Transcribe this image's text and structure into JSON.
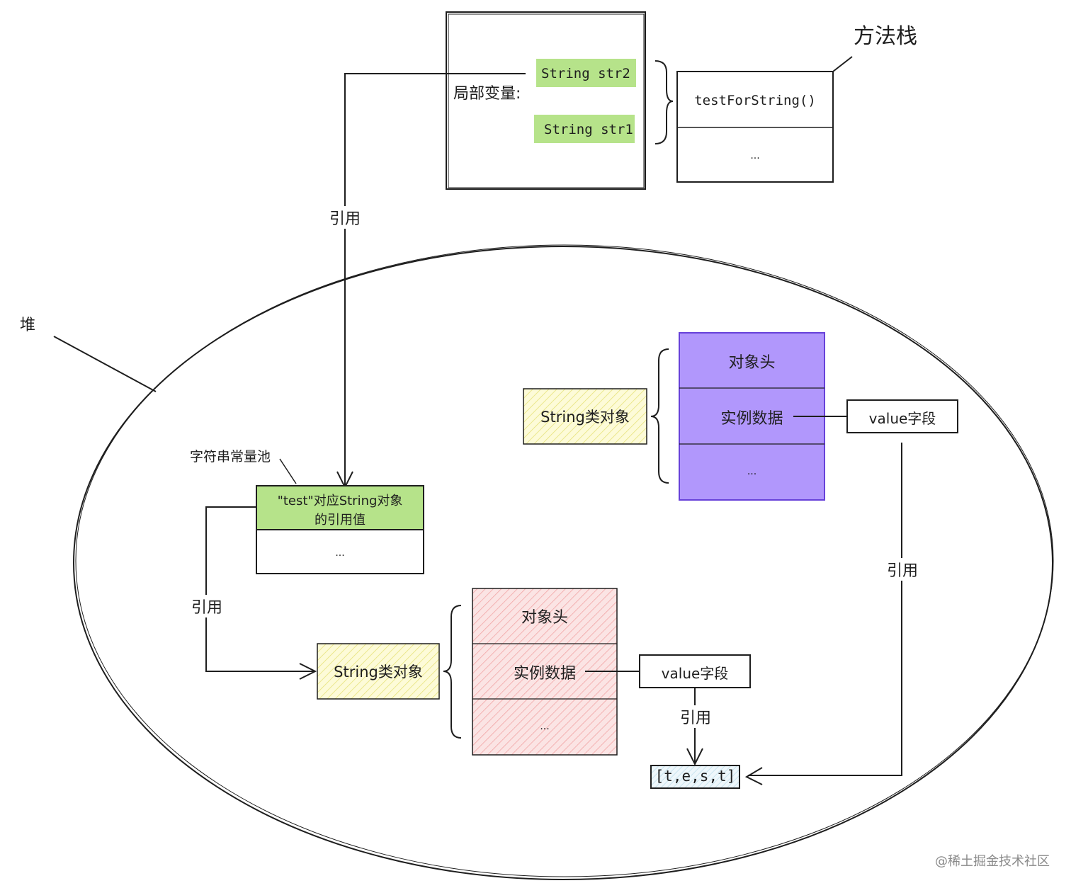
{
  "labels": {
    "method_stack": "方法栈",
    "local_vars": "局部变量:",
    "str2": "String str2",
    "str1": "String str1",
    "test_for_string": "testForString()",
    "stack_more": "...",
    "ref_top": "引用",
    "heap": "堆",
    "string_pool": "字符串常量池",
    "pool_entry_line1": "\"test\"对应String对象",
    "pool_entry_line2": "的引用值",
    "pool_more": "...",
    "ref_left": "引用",
    "string_obj_upper": "String类对象",
    "obj_header_upper": "对象头",
    "instance_data_upper": "实例数据",
    "obj_more_upper": "...",
    "value_field_upper": "value字段",
    "ref_right": "引用",
    "string_obj_lower": "String类对象",
    "obj_header_lower": "对象头",
    "instance_data_lower": "实例数据",
    "obj_more_lower": "...",
    "value_field_lower": "value字段",
    "ref_bottom": "引用",
    "char_array": "[t,e,s,t]",
    "watermark": "@稀土掘金技术社区"
  },
  "colors": {
    "stroke": "#1e1e1e",
    "green_fill": "#b2f2bb",
    "green_strong": "#a5d86a",
    "yellow_fill": "#fff9b1",
    "purple_fill": "#b197fc",
    "purple_stroke": "#6741d9",
    "pink_fill": "#ffc9c9",
    "array_fill": "#e7f5ff"
  }
}
